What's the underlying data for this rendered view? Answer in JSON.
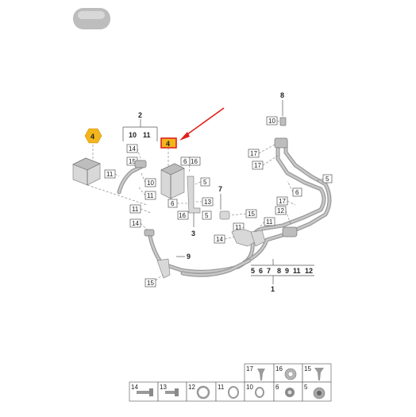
{
  "callouts": {
    "c1": "1",
    "c2": "2",
    "c3": "3",
    "c4_hl": "4",
    "c4_bubble": "4",
    "c7": "7",
    "c8": "8",
    "c9": "9",
    "c5a": "5",
    "c5b": "5",
    "c5c": "5",
    "c6a": "6",
    "c6b": "6",
    "c10a": "10",
    "c10b": "10",
    "c11a": "11",
    "c11b": "11",
    "c11c": "11",
    "c12": "12",
    "c13": "13",
    "c14a": "14",
    "c14b": "14",
    "c15a": "15",
    "c15b": "15",
    "c16a": "16",
    "c16b": "16",
    "c17a": "17",
    "c17b": "17",
    "group2": [
      "10",
      "11"
    ],
    "group1": [
      "5",
      "6",
      "7",
      "8",
      "9",
      "11",
      "12"
    ]
  },
  "legend": {
    "top": [
      "17",
      "16",
      "15"
    ],
    "bottom": [
      "14",
      "13",
      "12",
      "11",
      "10",
      "6",
      "5"
    ]
  },
  "colors": {
    "highlight_stroke": "#e0201b",
    "highlight_fill": "#f2b51c",
    "bubble_fill": "#f2b51c",
    "arrow": "#e0201b"
  }
}
